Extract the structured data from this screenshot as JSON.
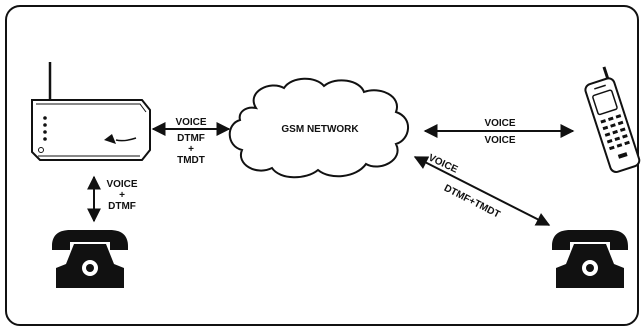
{
  "network": {
    "label": "GSM NETWORK"
  },
  "gateway_link": {
    "line1": "VOICE",
    "line2": "DTMF",
    "line3": "+",
    "line4": "TMDT"
  },
  "phone_link": {
    "line1": "VOICE",
    "line2": "+",
    "line3": "DTMF"
  },
  "mobile_link": {
    "top": "VOICE",
    "bottom": "VOICE"
  },
  "desk_link": {
    "top": "VOICE",
    "bottom": "DTMF+TMDT"
  },
  "icons": [
    "gsm-gateway-icon",
    "desk-phone-icon",
    "mobile-phone-icon",
    "gsm-cloud-icon"
  ],
  "colors": {
    "stroke": "#111111",
    "background": "#ffffff"
  }
}
